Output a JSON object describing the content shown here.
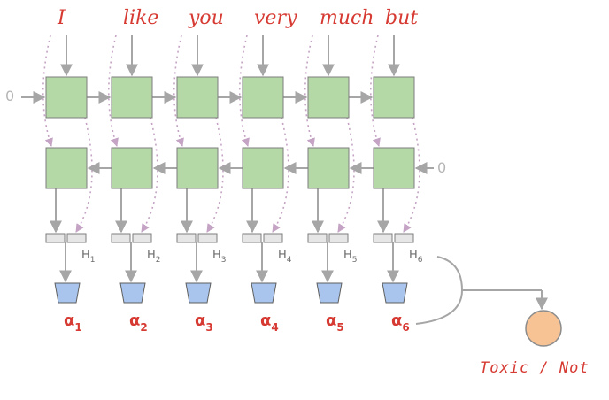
{
  "words": [
    "I",
    "like",
    "you",
    "very",
    "much",
    "but"
  ],
  "initial_state_left": "0",
  "initial_state_right": "0",
  "hidden_labels": [
    {
      "base": "H",
      "sub": "1"
    },
    {
      "base": "H",
      "sub": "2"
    },
    {
      "base": "H",
      "sub": "3"
    },
    {
      "base": "H",
      "sub": "4"
    },
    {
      "base": "H",
      "sub": "5"
    },
    {
      "base": "H",
      "sub": "6"
    }
  ],
  "attention_labels": [
    {
      "base": "α",
      "sub": "1"
    },
    {
      "base": "α",
      "sub": "2"
    },
    {
      "base": "α",
      "sub": "3"
    },
    {
      "base": "α",
      "sub": "4"
    },
    {
      "base": "α",
      "sub": "5"
    },
    {
      "base": "α",
      "sub": "6"
    }
  ],
  "output_label": "Toxic / Not",
  "colors": {
    "word": "#d63a32",
    "cell_fill": "#b5d9a6",
    "cell_stroke": "#7d7d7d",
    "arrow": "#a6a6a6",
    "dotted": "#c4a3c4",
    "concat_fill": "#e6e6e6",
    "attention_fill": "#a9c5ee",
    "output_fill": "#f7c294",
    "output_stroke": "#8c8c8c"
  }
}
